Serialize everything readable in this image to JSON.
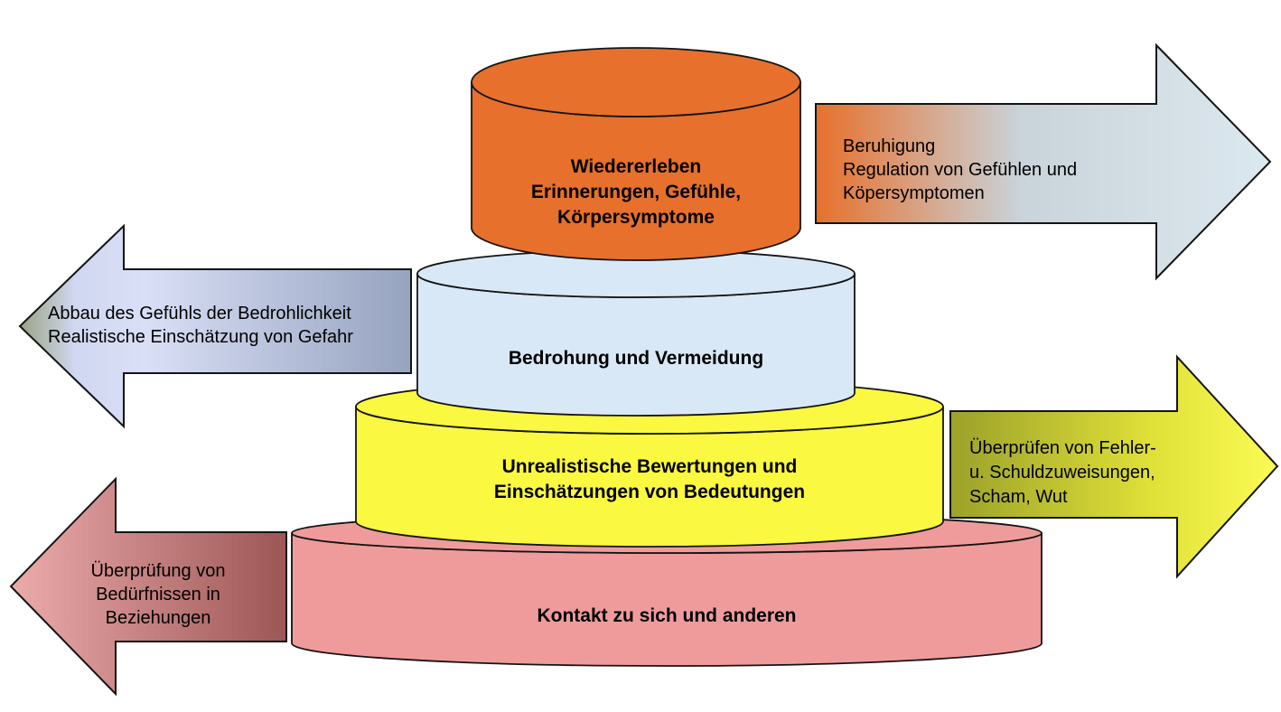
{
  "background": "#FFFFFF",
  "outline_color": "#141414",
  "text_color": "#000000",
  "layers": [
    {
      "name": "wiedererleben",
      "lines": [
        "Wiedererleben",
        "Erinnerungen, Gefühle,",
        "Körpersymptome"
      ],
      "color": "#E7702C"
    },
    {
      "name": "bedrohung",
      "lines": [
        "Bedrohung und Vermeidung"
      ],
      "color": "#D9E8F7"
    },
    {
      "name": "bewertungen",
      "lines": [
        "Unrealistische Bewertungen und",
        "Einschätzungen von Bedeutungen"
      ],
      "color": "#FAF840"
    },
    {
      "name": "kontakt",
      "lines": [
        "Kontakt zu sich und anderen"
      ],
      "color": "#F09B9B"
    }
  ],
  "arrows": [
    {
      "name": "beruhigung",
      "direction": "right",
      "lines": [
        "Beruhigung",
        "Regulation von Gefühlen und",
        "Köpersymptomen"
      ],
      "gradient": [
        "#E7702C",
        "#C9D3DA",
        "#DCE8EF"
      ]
    },
    {
      "name": "abbau",
      "direction": "left",
      "lines": [
        "Abbau des Gefühls der Bedrohlichkeit",
        "Realistische Einschätzung von Gefahr"
      ],
      "gradient": [
        "#99A383",
        "#D0D7F0",
        "#D9DFF6",
        "#96A3BF"
      ]
    },
    {
      "name": "ueberpruefen",
      "direction": "right",
      "lines": [
        "Überprüfen von Fehler-",
        "u. Schuldzuweisungen,",
        "Scham, Wut"
      ],
      "gradient": [
        "#9CA12A",
        "#E0E138",
        "#FBFB55"
      ]
    },
    {
      "name": "ueberpruefung",
      "direction": "left",
      "lines": [
        "Überprüfung von",
        "Bedürfnissen in",
        "Beziehungen"
      ],
      "gradient": [
        "#ECABAB",
        "#9D5656"
      ]
    }
  ]
}
